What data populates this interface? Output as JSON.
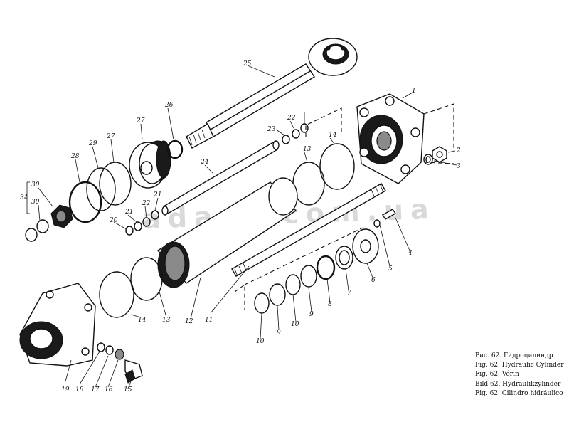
{
  "watermark": "adara.com.ua",
  "caption": [
    "Рис. 62. Гидроцилиндр",
    "Fig. 62. Hydraulic Cylinder",
    "Fig. 62. Vérin",
    "Bild 62. Hydraulikzylinder",
    "Fig. 62. Cilindro hidráulico"
  ],
  "part_numbers": [
    "1",
    "2",
    "3",
    "4",
    "5",
    "6",
    "7",
    "8",
    "9",
    "10",
    "9",
    "10",
    "11",
    "12",
    "13",
    "14",
    "13",
    "14",
    "15",
    "16",
    "17",
    "18",
    "19",
    "20",
    "21",
    "22",
    "21",
    "22",
    "23",
    "24",
    "25",
    "26",
    "27",
    "27",
    "28",
    "29",
    "30",
    "31",
    "30"
  ]
}
